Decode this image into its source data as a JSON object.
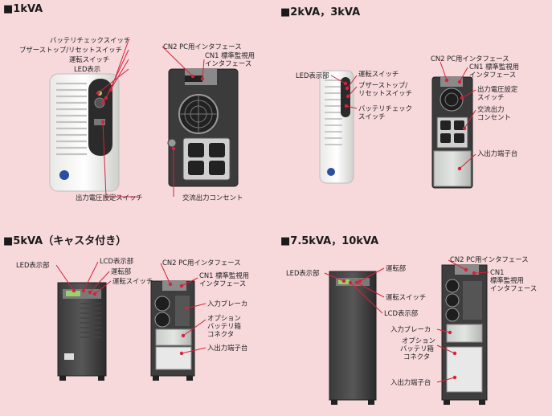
{
  "colors": {
    "background": "#f7d9dc",
    "leader_line": "#d8213a",
    "leader_dot": "#d8213a"
  },
  "sections": [
    {
      "title": "■1kVA",
      "front_labels": [
        "バッテリチェックスイッチ",
        "ブザーストップ/リセットスイッチ",
        "運転スイッチ",
        "LED表示"
      ],
      "front_bottom_label": "出力電圧設定スイッチ",
      "rear_labels": [
        "CN2 PC用インタフェース",
        "CN1 標準監視用",
        "インタフェース"
      ],
      "rear_bottom_label": "交流出力コンセント"
    },
    {
      "title": "■2kVA，3kVA",
      "front_left_label": "LED表示部",
      "front_right_labels": [
        "運転スイッチ",
        "ブザーストップ/",
        "リセットスイッチ",
        "バッテリチェック",
        "スイッチ"
      ],
      "rear_labels": [
        "CN2 PC用インタフェース",
        "CN1 標準監視用",
        "インタフェース",
        "出力電圧設定",
        "スイッチ",
        "交流出力",
        "コンセント",
        "入出力端子台"
      ]
    },
    {
      "title": "■5kVA（キャスタ付き）",
      "front_left_label": "LED表示部",
      "front_right_labels": [
        "LCD表示部",
        "運転部",
        "運転スイッチ"
      ],
      "rear_labels": [
        "CN2 PC用インタフェース",
        "CN1 標準監視用",
        "インタフェース",
        "入力ブレーカ",
        "オプション",
        "バッテリ箱",
        "コネクタ",
        "入出力端子台"
      ]
    },
    {
      "title": "■7.5kVA，10kVA",
      "front_left_label": "LED表示部",
      "front_right_labels": [
        "運転部",
        "運転スイッチ",
        "LCD表示部"
      ],
      "rear_labels": [
        "CN2 PC用インタフェース",
        "CN1",
        "標準監視用",
        "インタフェース",
        "入力ブレーカ",
        "オプション",
        "バッテリ箱",
        "コネクタ",
        "入出力端子台"
      ]
    }
  ]
}
